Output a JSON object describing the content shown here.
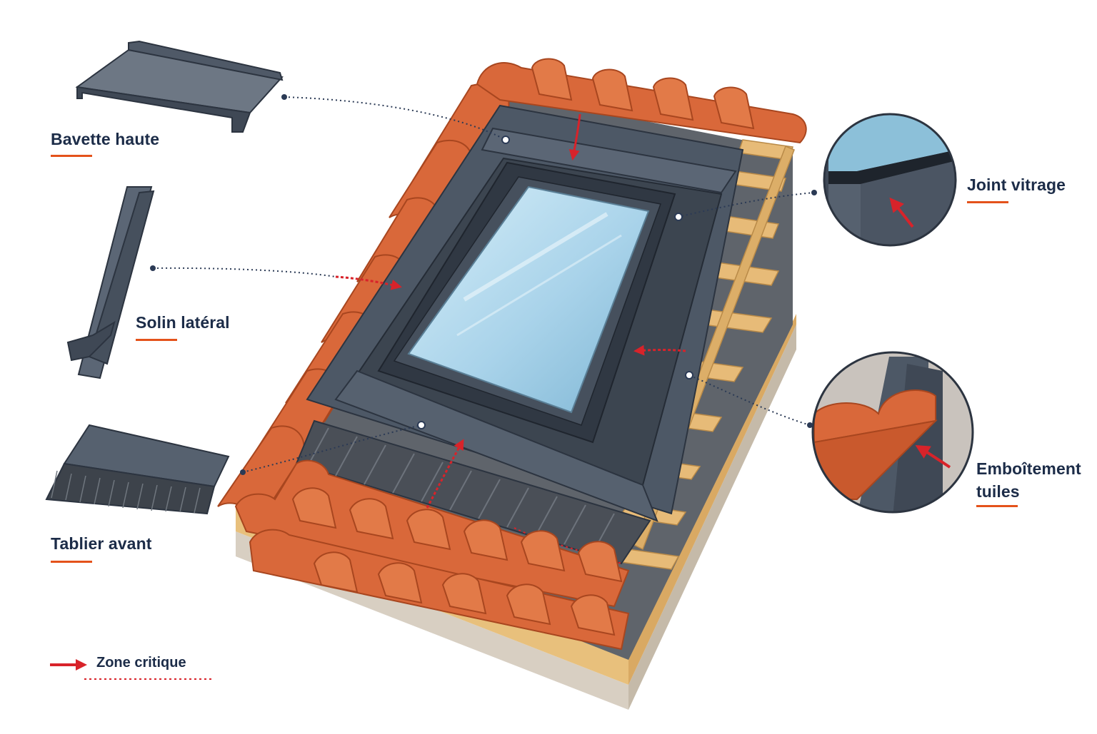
{
  "labels": {
    "bavette_haute": "Bavette haute",
    "solin_lateral": "Solin latéral",
    "tablier_avant": "Tablier avant",
    "joint_vitrage": "Joint vitrage",
    "emboitement_line1": "Emboîtement",
    "emboitement_line2": "tuiles"
  },
  "legend": {
    "zone_critique": "Zone critique"
  },
  "colors": {
    "tile": "#d9683a",
    "tile_dark": "#b44a22",
    "flashing": "#4d5866",
    "flashing_dark": "#353e4a",
    "glass": "#a9d3ea",
    "wood": "#e7bb78",
    "critical": "#d8232a",
    "label_text": "#1c2c48",
    "accent_underline": "#e4521b",
    "leader_line": "#2b3a55"
  }
}
